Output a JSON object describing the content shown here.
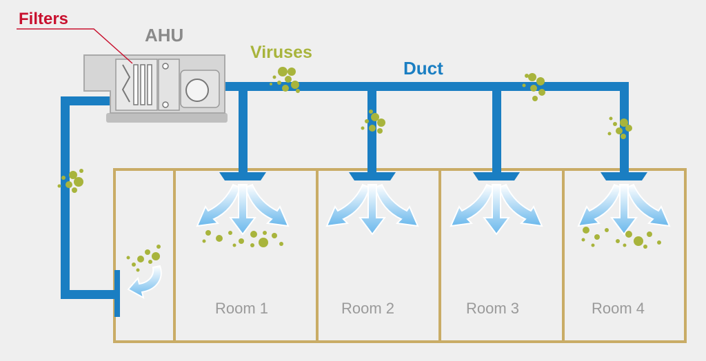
{
  "labels": {
    "filters": "Filters",
    "ahu": "AHU",
    "viruses": "Viruses",
    "duct": "Duct"
  },
  "rooms": [
    "Room 1",
    "Room 2",
    "Room 3",
    "Room 4"
  ],
  "colors": {
    "background": "#efefef",
    "duct": "#1a7ec2",
    "room_border": "#c9ac66",
    "virus": "#a8b43c",
    "airflow": "#6ab8ec",
    "filters_label": "#c8102e",
    "ahu_body": "#d6d6d6",
    "label_gray": "#8a8a8a"
  }
}
